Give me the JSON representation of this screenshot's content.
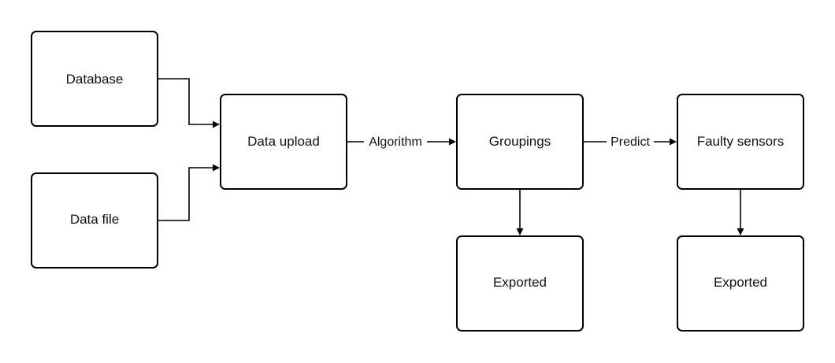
{
  "nodes": {
    "database": {
      "label": "Database"
    },
    "data_file": {
      "label": "Data file"
    },
    "data_upload": {
      "label": "Data upload"
    },
    "groupings": {
      "label": "Groupings"
    },
    "faulty_sensors": {
      "label": "Faulty sensors"
    },
    "exported_groupings": {
      "label": "Exported"
    },
    "exported_faulty": {
      "label": "Exported"
    }
  },
  "edges": {
    "database_to_upload": {
      "from": "Database",
      "to": "Data upload",
      "label": ""
    },
    "file_to_upload": {
      "from": "Data file",
      "to": "Data upload",
      "label": ""
    },
    "upload_to_groupings": {
      "from": "Data upload",
      "to": "Groupings",
      "label": "Algorithm"
    },
    "groupings_to_faulty": {
      "from": "Groupings",
      "to": "Faulty sensors",
      "label": "Predict"
    },
    "groupings_to_exported": {
      "from": "Groupings",
      "to": "Exported",
      "label": ""
    },
    "faulty_to_exported": {
      "from": "Faulty sensors",
      "to": "Exported",
      "label": ""
    }
  },
  "colors": {
    "stroke": "#000000",
    "fill": "#ffffff",
    "text": "#111111"
  }
}
